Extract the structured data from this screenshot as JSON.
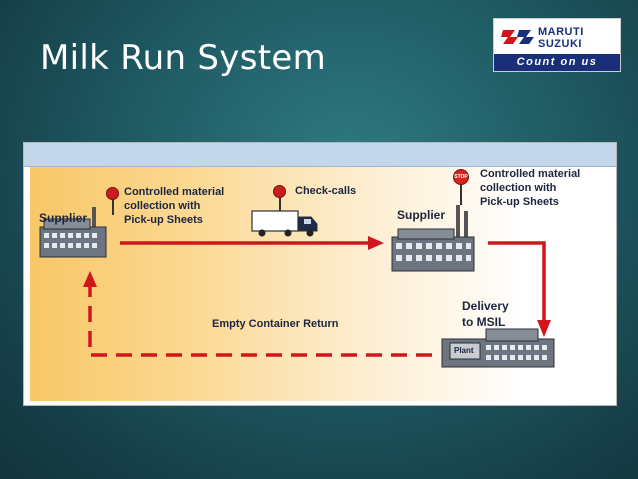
{
  "slide": {
    "title": "Milk Run System"
  },
  "logo": {
    "brand_line1": "MARUTI",
    "brand_line2": "SUZUKI",
    "tagline": "Count on us"
  },
  "diagram": {
    "supplier_left": "Supplier",
    "supplier_right": "Supplier",
    "note_left": [
      "Controlled material",
      "collection with",
      "Pick-up Sheets"
    ],
    "note_checkcalls": "Check-calls",
    "note_right": [
      "Controlled material",
      "collection with",
      "Pick-up Sheets"
    ],
    "delivery": [
      "Delivery",
      "to MSIL"
    ],
    "empty_return": "Empty Container Return",
    "plant": "Plant",
    "stop_sign": "STOP",
    "colors": {
      "flow": "#d0161c",
      "text": "#1c2540"
    }
  }
}
